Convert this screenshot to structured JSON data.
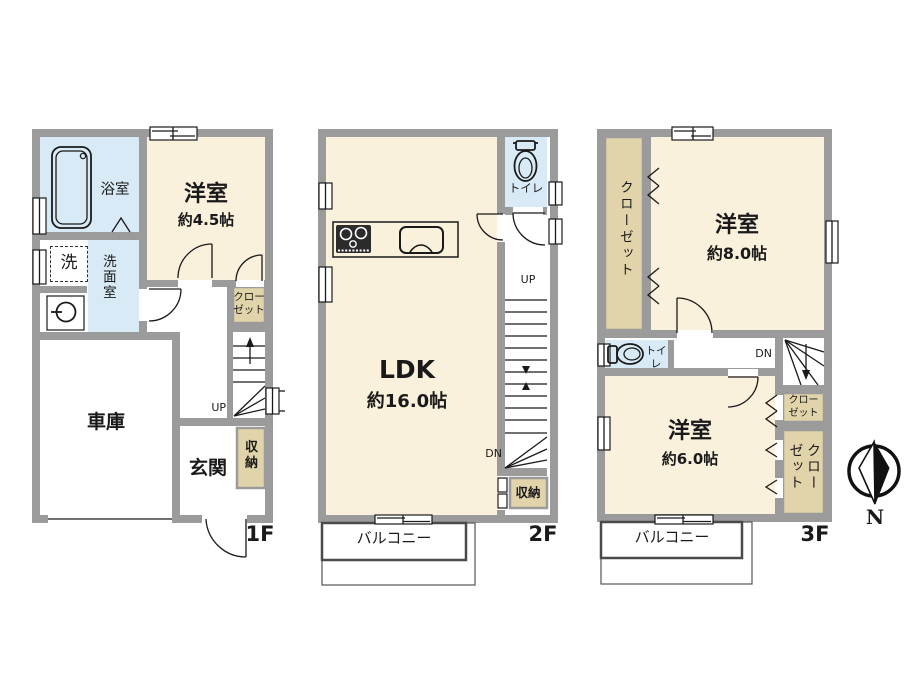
{
  "colors": {
    "wall_gray": "#9B9B9B",
    "room_cream": "#FAF1DC",
    "wet_area_blue": "#D8EAF6",
    "closet_tan": "#E2D4AA",
    "line_black": "#1A1A1A"
  },
  "floor1": {
    "label": "1F",
    "bath": "浴室",
    "washer": "洗",
    "washroom": "洗面室",
    "bedroom": {
      "name": "洋室",
      "size": "約4.5帖"
    },
    "closet": "クローゼット",
    "garage": "車庫",
    "entrance": "玄関",
    "storage": "収納",
    "stairs_up": "UP"
  },
  "floor2": {
    "label": "2F",
    "toilet": "トイレ",
    "ldk": {
      "name": "LDK",
      "size": "約16.0帖"
    },
    "stairs_up": "UP",
    "stairs_dn": "DN",
    "storage": "収納",
    "balcony": "バルコニー"
  },
  "floor3": {
    "label": "3F",
    "closet_left": "クローゼット",
    "bedroom8": {
      "name": "洋室",
      "size": "約8.0帖"
    },
    "toilet": "トイレ",
    "stairs_dn": "DN",
    "closet_small": "クローゼット",
    "bedroom6": {
      "name": "洋室",
      "size": "約6.0帖"
    },
    "closet_right": "クローゼット",
    "balcony": "バルコニー"
  },
  "compass": {
    "label": "N"
  }
}
